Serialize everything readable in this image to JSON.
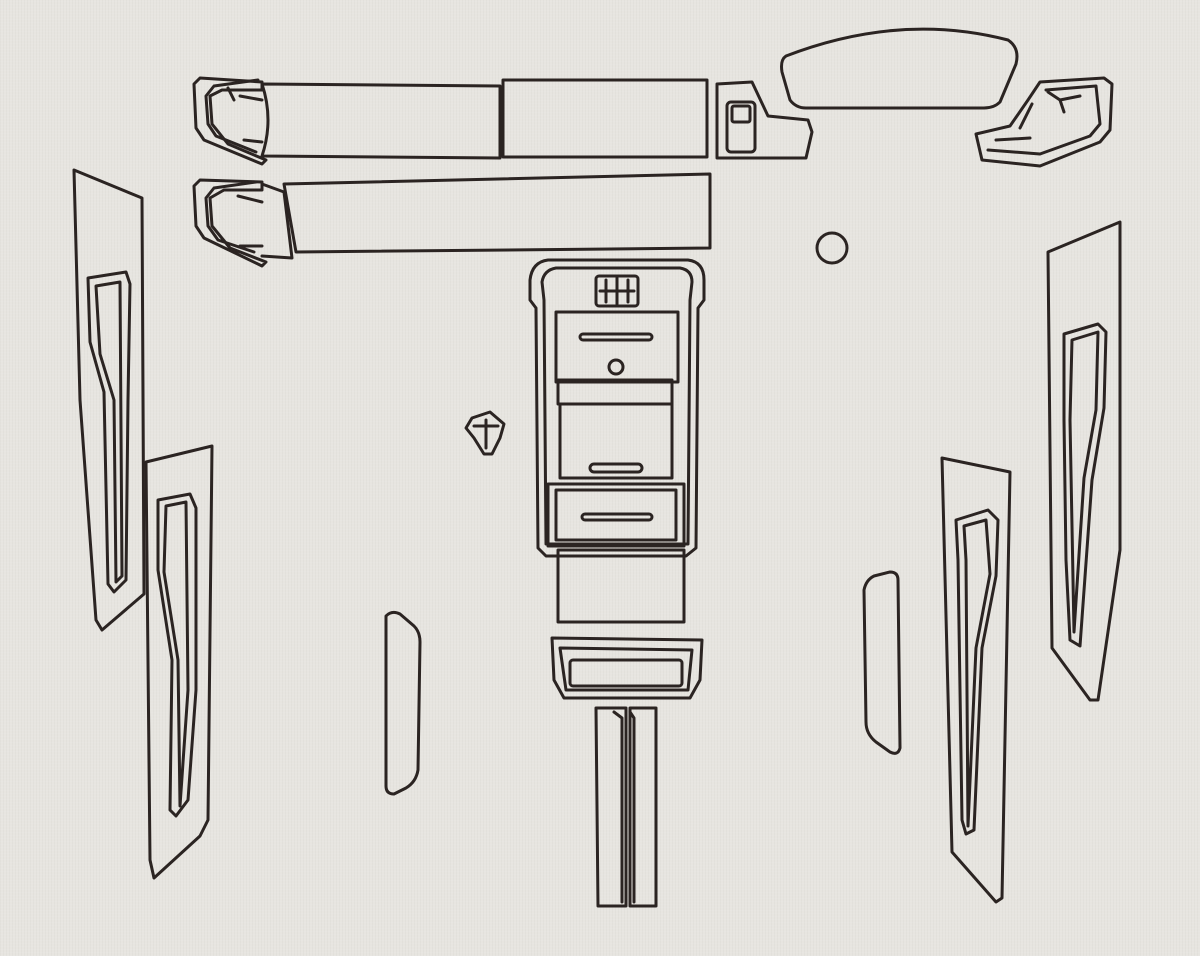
{
  "diagram": {
    "kind": "interior trim cutting template",
    "stroke_color": "#2b2422",
    "background_color": "#e7e5e0",
    "pieces": [
      {
        "name": "dash-panel-left-upper-end"
      },
      {
        "name": "dash-panel-left-upper-center"
      },
      {
        "name": "dash-panel-left-upper-right"
      },
      {
        "name": "dash-panel-left-lower-end"
      },
      {
        "name": "dash-panel-left-lower-strip"
      },
      {
        "name": "vent-control-trim"
      },
      {
        "name": "instrument-cluster-hood"
      },
      {
        "name": "dash-panel-right-end"
      },
      {
        "name": "round-button-cutout"
      },
      {
        "name": "center-console-top-frame"
      },
      {
        "name": "console-climate-panel"
      },
      {
        "name": "console-storage-panel"
      },
      {
        "name": "console-cupholder-panel"
      },
      {
        "name": "console-lower-plate"
      },
      {
        "name": "console-armrest-trim"
      },
      {
        "name": "console-rear-strip-left"
      },
      {
        "name": "console-rear-strip-right"
      },
      {
        "name": "small-shield-trim"
      },
      {
        "name": "door-trim-front-left"
      },
      {
        "name": "door-trim-rear-left"
      },
      {
        "name": "door-handle-trim-left"
      },
      {
        "name": "door-handle-trim-right"
      },
      {
        "name": "door-trim-rear-right"
      },
      {
        "name": "door-trim-front-right"
      }
    ]
  }
}
